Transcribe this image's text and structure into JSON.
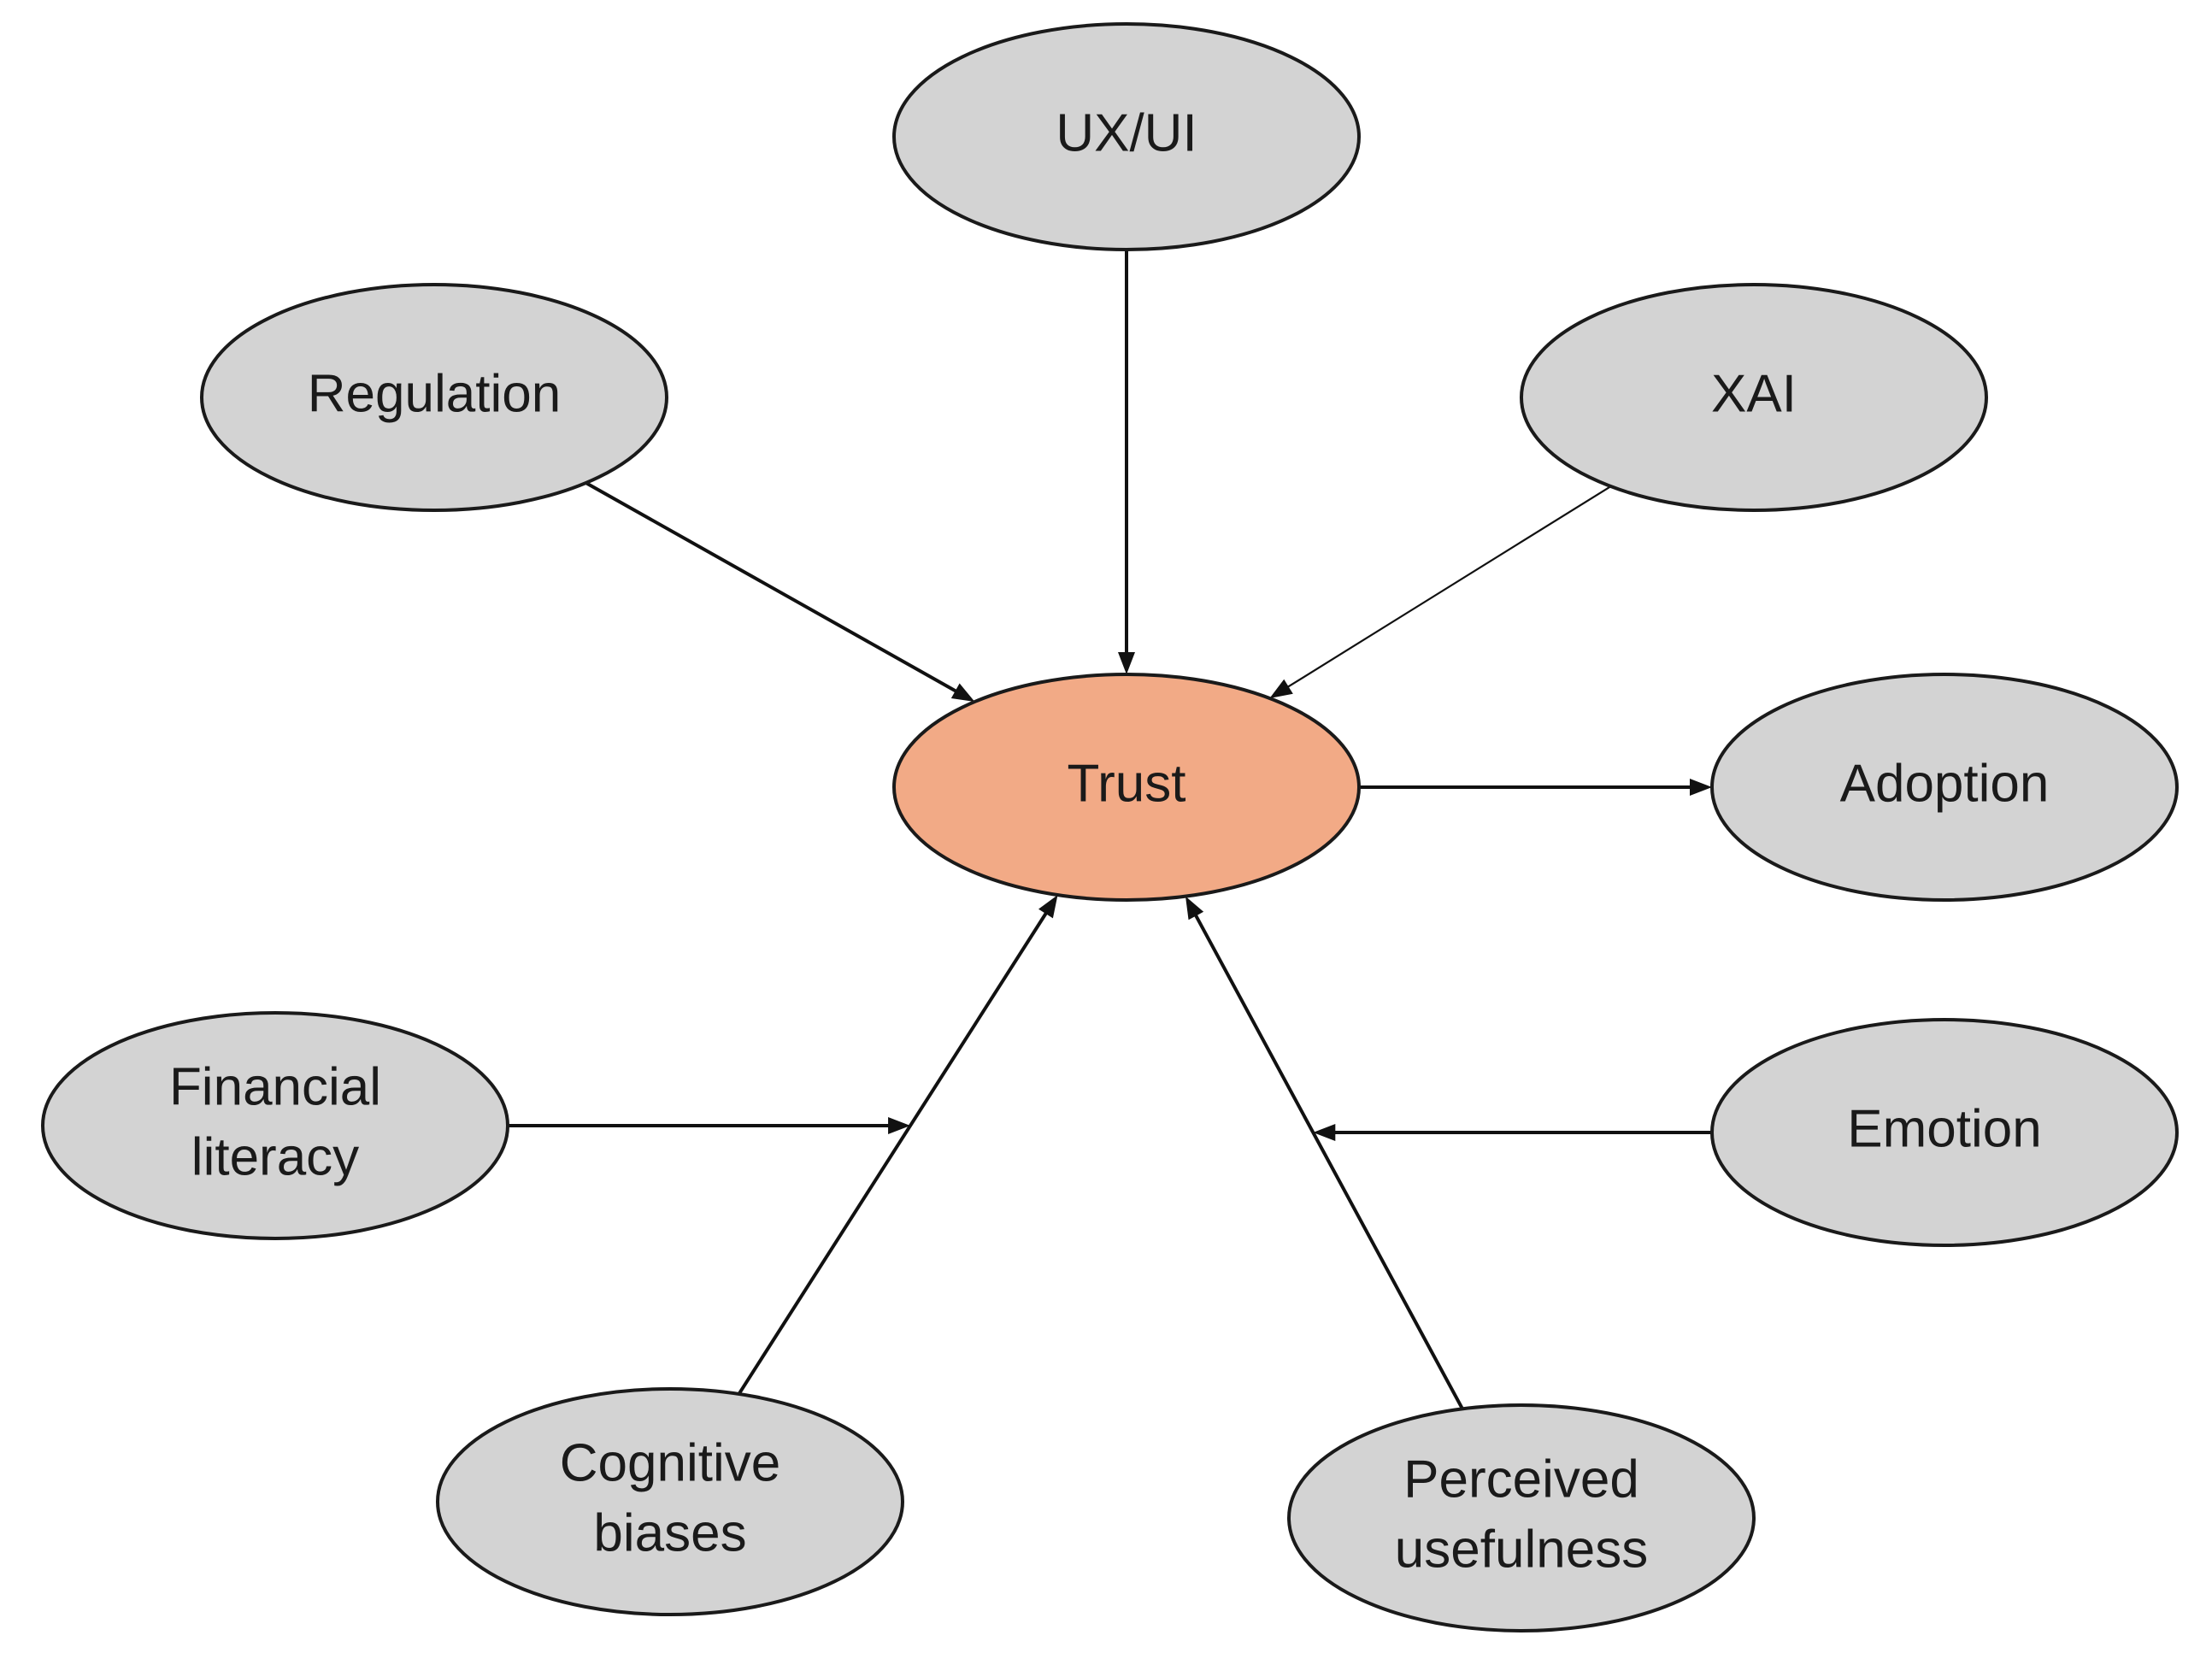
{
  "diagram": {
    "colors": {
      "node_fill": "#d3d3d3",
      "center_fill": "#f2aa86",
      "stroke": "#1a1a1a"
    },
    "nodes": [
      {
        "id": "uxui",
        "name": "node-uxui",
        "lines": [
          "UX/UI"
        ],
        "center": false
      },
      {
        "id": "regulation",
        "name": "node-regulation",
        "lines": [
          "Regulation"
        ],
        "center": false
      },
      {
        "id": "xai",
        "name": "node-xai",
        "lines": [
          "XAI"
        ],
        "center": false
      },
      {
        "id": "trust",
        "name": "node-trust",
        "lines": [
          "Trust"
        ],
        "center": true
      },
      {
        "id": "adoption",
        "name": "node-adoption",
        "lines": [
          "Adoption"
        ],
        "center": false
      },
      {
        "id": "financial-literacy",
        "name": "node-financial-literacy",
        "lines": [
          "Financial",
          "literacy"
        ],
        "center": false
      },
      {
        "id": "emotion",
        "name": "node-emotion",
        "lines": [
          "Emotion"
        ],
        "center": false
      },
      {
        "id": "cognitive-biases",
        "name": "node-cognitive-biases",
        "lines": [
          "Cognitive",
          "biases"
        ],
        "center": false
      },
      {
        "id": "perceived-usefulness",
        "name": "node-perceived-usefulness",
        "lines": [
          "Perceived",
          "usefulness"
        ],
        "center": false
      }
    ],
    "edges": [
      {
        "from": "uxui",
        "to": "trust"
      },
      {
        "from": "regulation",
        "to": "trust"
      },
      {
        "from": "xai",
        "to": "trust"
      },
      {
        "from": "trust",
        "to": "adoption"
      },
      {
        "from": "cognitive-biases",
        "to": "trust"
      },
      {
        "from": "perceived-usefulness",
        "to": "trust"
      },
      {
        "from": "financial-literacy",
        "to": "edge:cognitive-biases->trust"
      },
      {
        "from": "emotion",
        "to": "edge:perceived-usefulness->trust"
      }
    ]
  }
}
